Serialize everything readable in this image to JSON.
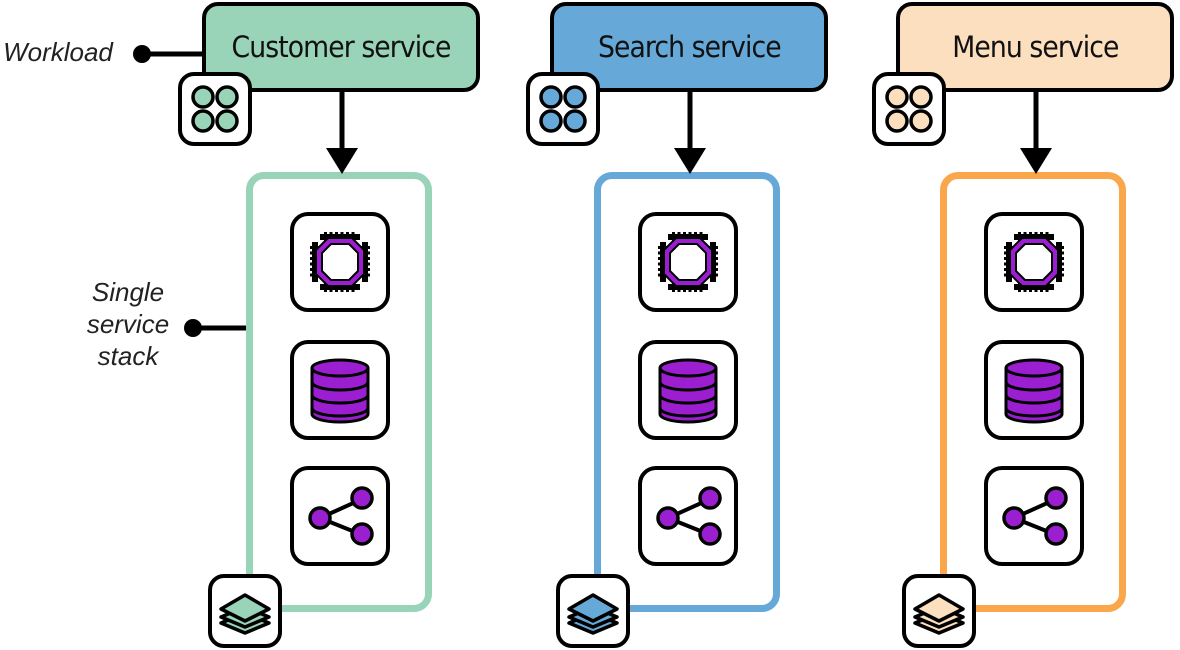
{
  "annotations": {
    "workload": "Workload",
    "stack_line1": "Single",
    "stack_line2": "service",
    "stack_line3": "stack"
  },
  "colors": {
    "outline": "#000000",
    "resource_icon": "#9b1fd0"
  },
  "services": [
    {
      "title": "Customer service",
      "fill": "#99d4b9",
      "stack_border": "#99d4b9"
    },
    {
      "title": "Search service",
      "fill": "#66a9d8",
      "stack_border": "#66a9d8"
    },
    {
      "title": "Menu service",
      "fill": "#fcdfbf",
      "stack_border": "#f9a74a"
    }
  ],
  "stack_resources": [
    {
      "name": "compute",
      "icon": "cpu-chip-icon"
    },
    {
      "name": "storage",
      "icon": "database-icon"
    },
    {
      "name": "network",
      "icon": "network-share-icon"
    }
  ]
}
